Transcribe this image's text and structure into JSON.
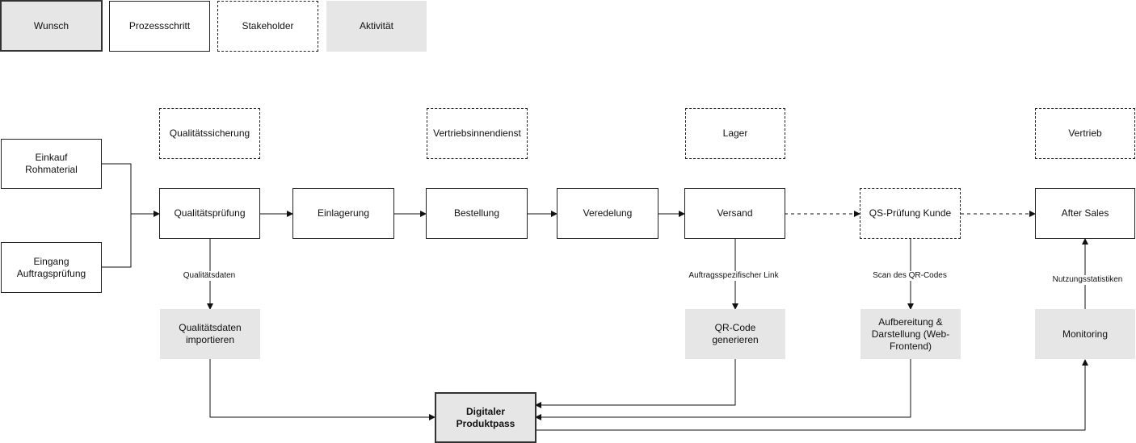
{
  "legend": {
    "wish": "Wunsch",
    "step": "Prozessschritt",
    "stakeholder": "Stakeholder",
    "activity": "Aktivität"
  },
  "stakeholders": {
    "qs": "Qualitätssicherung",
    "vid": "Vertriebsinnendienst",
    "lager": "Lager",
    "vertrieb": "Vertrieb"
  },
  "inputs": {
    "einkauf": "Einkauf Rohmaterial",
    "eingang": "Eingang Auftragsprüfung"
  },
  "steps": {
    "qualitaetspruefung": "Qualitätsprüfung",
    "einlagerung": "Einlagerung",
    "bestellung": "Bestellung",
    "veredelung": "Veredelung",
    "versand": "Versand",
    "qs_kunde": "QS-Prüfung Kunde",
    "after_sales": "After Sales"
  },
  "activities": {
    "qdaten_import": "Qualitätsdaten importieren",
    "qr_code": "QR-Code generieren",
    "aufbereitung": "Aufbereitung & Darstellung (Web-Frontend)",
    "monitoring": "Monitoring"
  },
  "core": {
    "dpp": "Digitaler Produktpass"
  },
  "edge_labels": {
    "qualitaetsdaten": "Qualitätsdaten",
    "link": "Auftragsspezifischer Link",
    "scan": "Scan des QR-Codes",
    "nutzung": "Nutzungsstatistiken"
  }
}
